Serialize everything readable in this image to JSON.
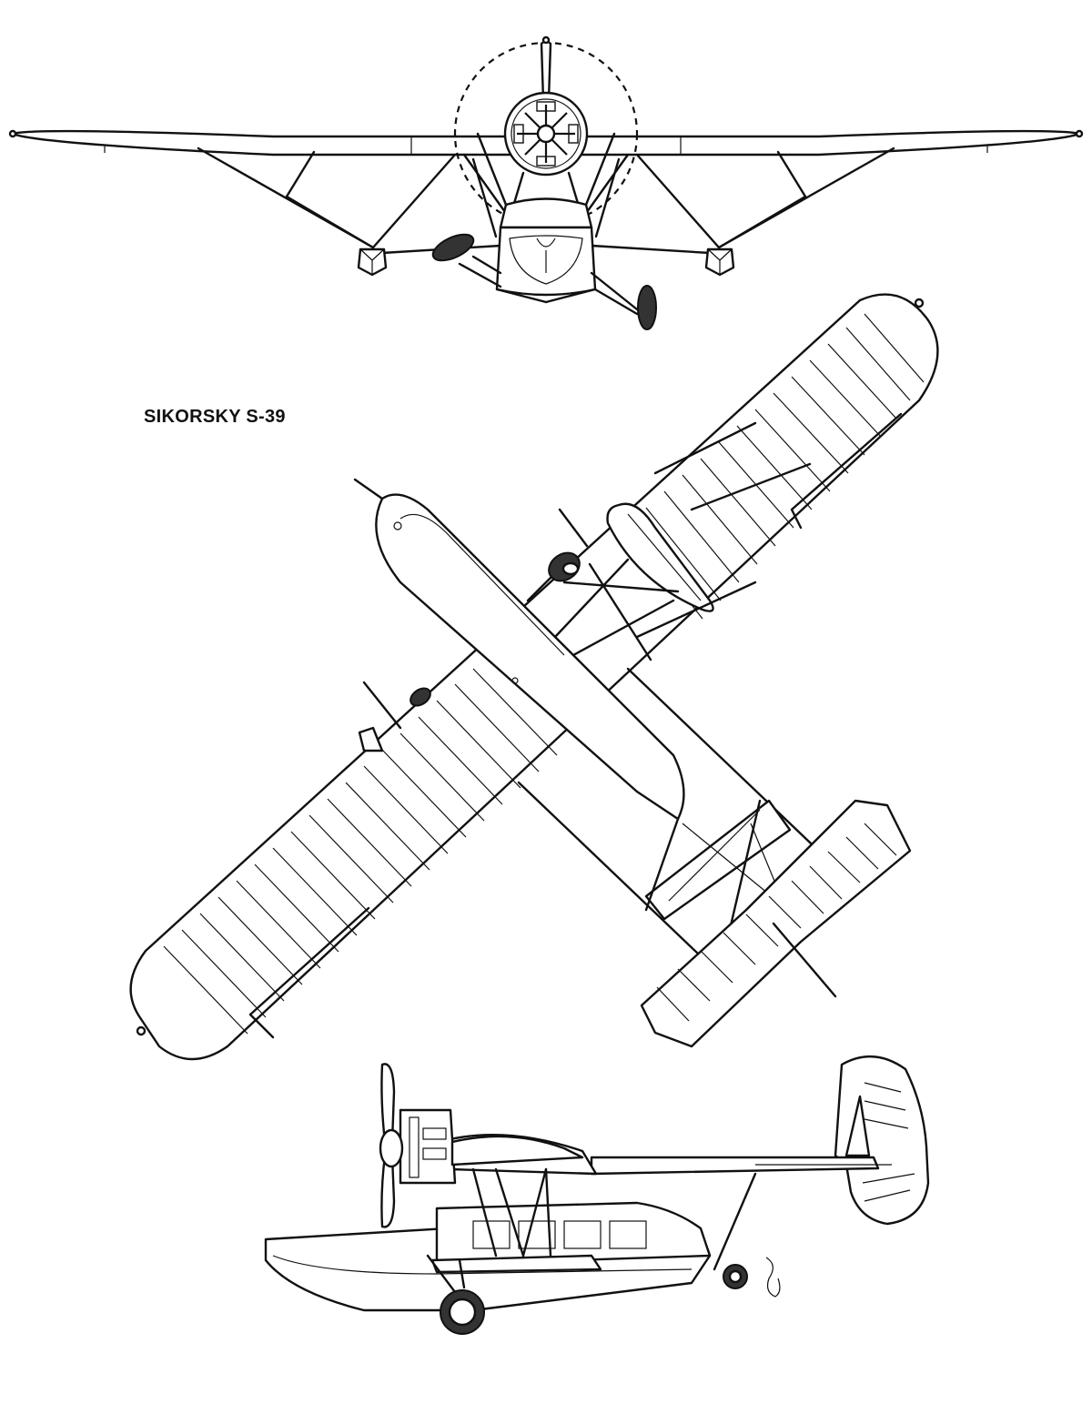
{
  "drawing": {
    "title": "SIKORSKY S-39",
    "views": [
      "front-view",
      "top-view",
      "side-view"
    ],
    "line_color": "#111111",
    "tire_color": "#333333",
    "background": "#ffffff"
  }
}
